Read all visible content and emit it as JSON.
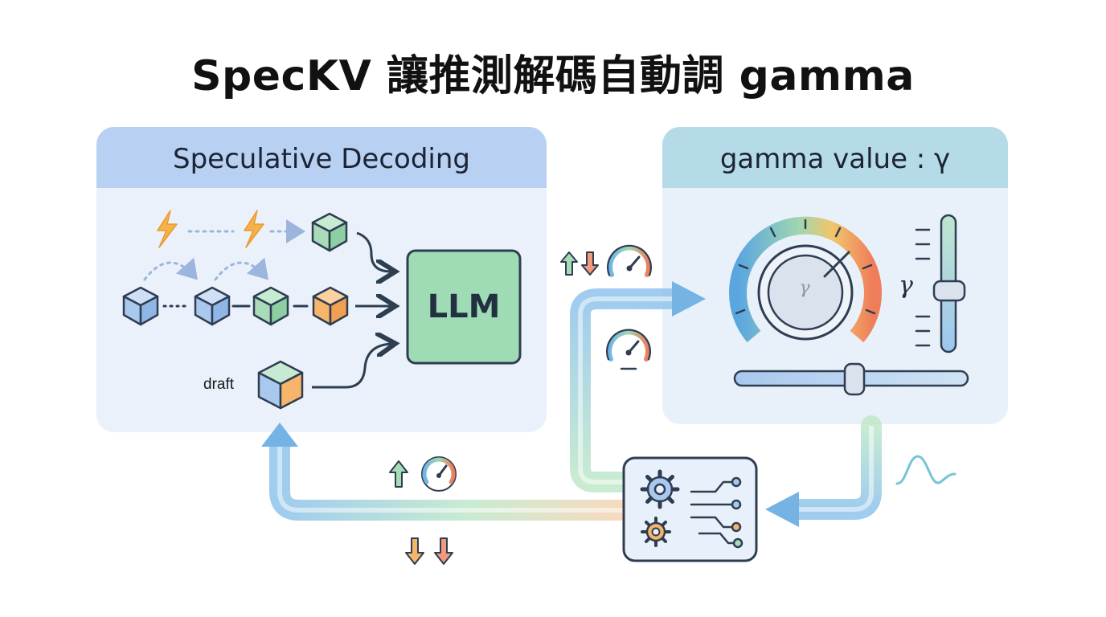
{
  "title": "SpecKV 讓推測解碼自動調 gamma",
  "speculative_panel": {
    "title": "Speculative Decoding",
    "draft_label": "draft",
    "model_label": "LLM"
  },
  "gamma_panel": {
    "title": "gamma value : γ",
    "slider_symbol": "γ",
    "knob_symbol": "γ"
  },
  "colors": {
    "blue_box": "#a9c8ee",
    "green_box": "#a8dcb8",
    "orange_box": "#f6b56a",
    "llm_box": "#9fdcb6",
    "flow_blue": "#8ec3ec",
    "flow_green": "#bfe8c9",
    "arrow_up": "#6fbf86",
    "arrow_down": "#ef7d5a"
  },
  "icons": [
    "lightning-icon",
    "cube-icon",
    "llm-box",
    "gauge-icon",
    "arrow-up-icon",
    "arrow-down-icon",
    "gear-icon",
    "circuit-icon",
    "dial-knob-icon",
    "vertical-slider-icon",
    "horizontal-slider-icon",
    "wave-icon"
  ]
}
